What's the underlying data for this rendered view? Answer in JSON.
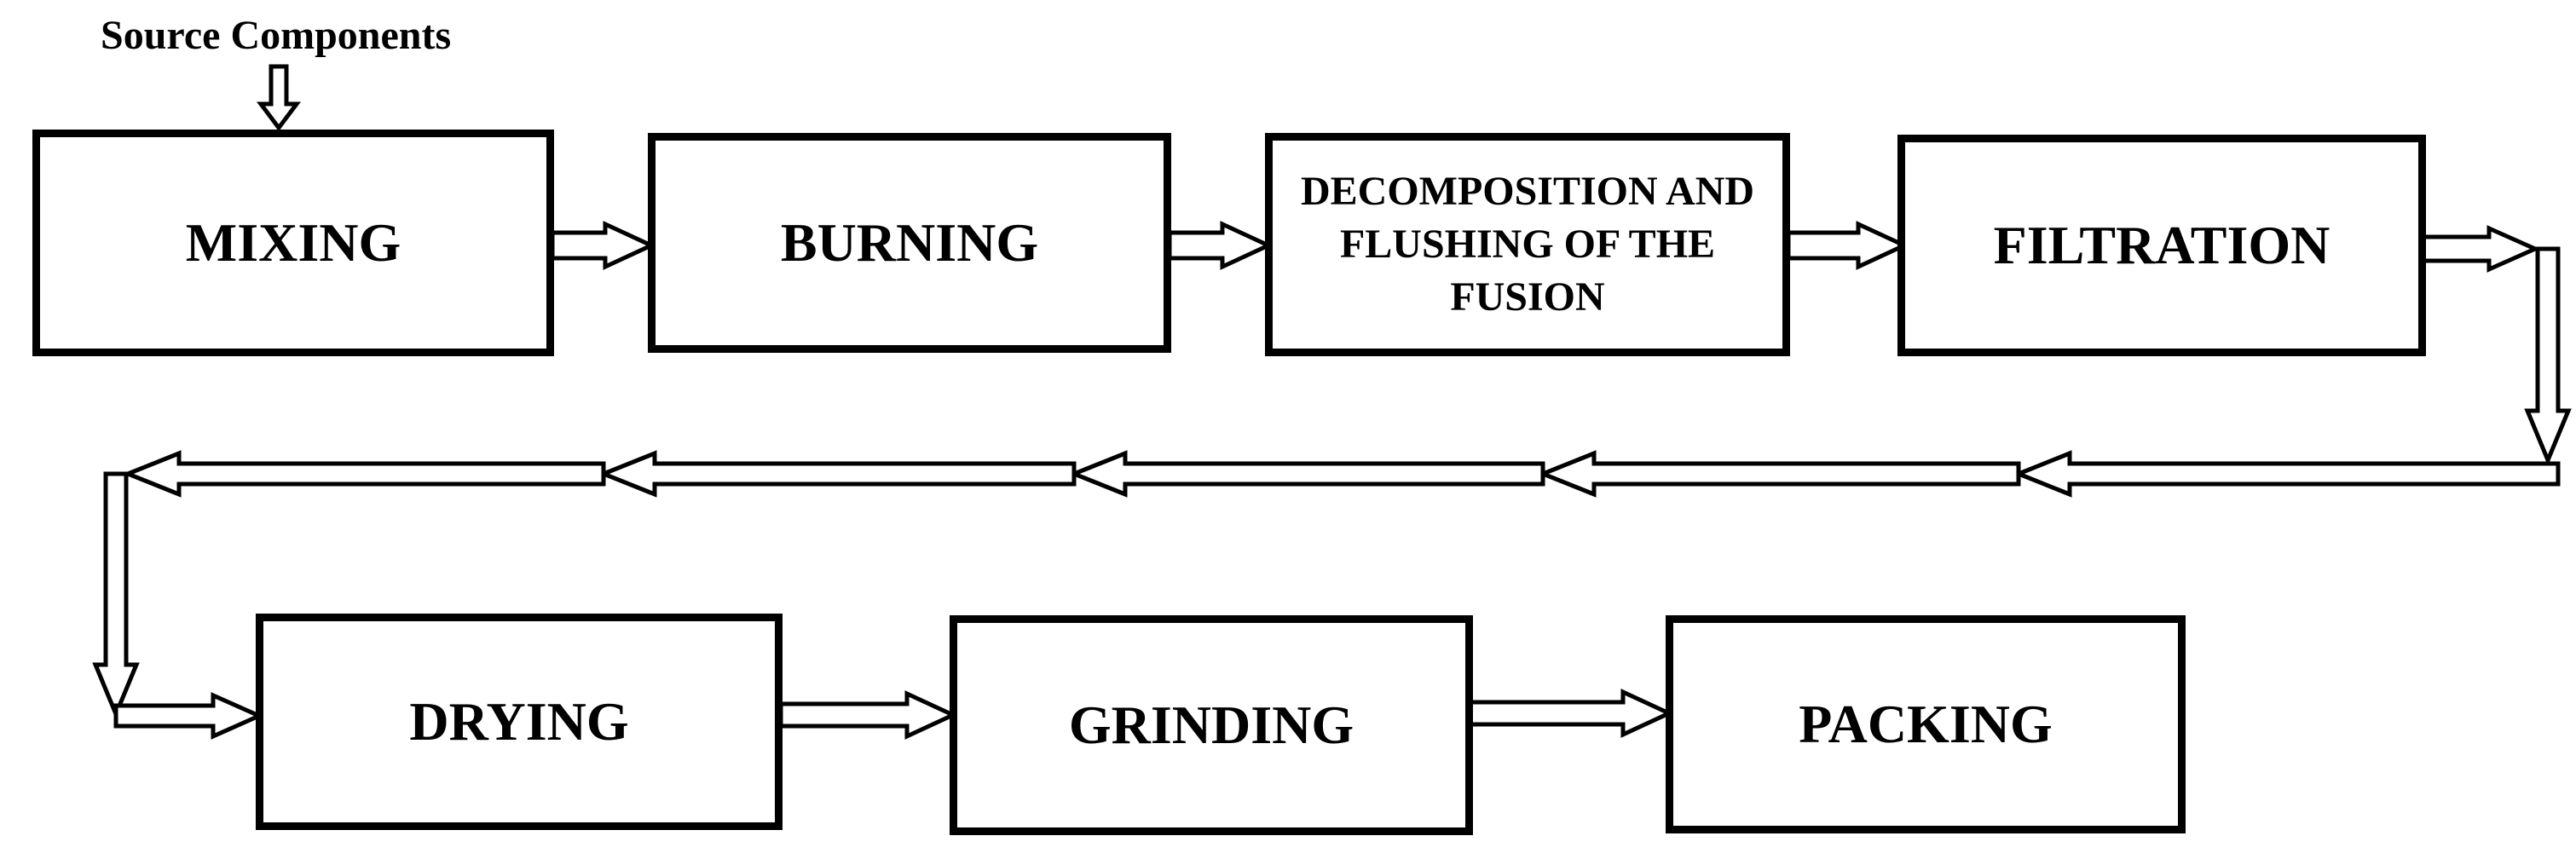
{
  "diagram": {
    "source_label": "Source Components",
    "steps": [
      {
        "id": "mixing",
        "label": "MIXING"
      },
      {
        "id": "burning",
        "label": "BURNING"
      },
      {
        "id": "decomposition",
        "label": "DECOMPOSITION AND FLUSHING OF THE FUSION"
      },
      {
        "id": "filtration",
        "label": "FILTRATION"
      },
      {
        "id": "drying",
        "label": "DRYING"
      },
      {
        "id": "grinding",
        "label": "GRINDING"
      },
      {
        "id": "packing",
        "label": "PACKING"
      }
    ],
    "flow": [
      [
        "mixing",
        "burning"
      ],
      [
        "burning",
        "decomposition"
      ],
      [
        "decomposition",
        "filtration"
      ],
      [
        "filtration",
        "drying"
      ],
      [
        "drying",
        "grinding"
      ],
      [
        "grinding",
        "packing"
      ]
    ],
    "colors": {
      "stroke": "#000000",
      "background": "#ffffff"
    }
  }
}
